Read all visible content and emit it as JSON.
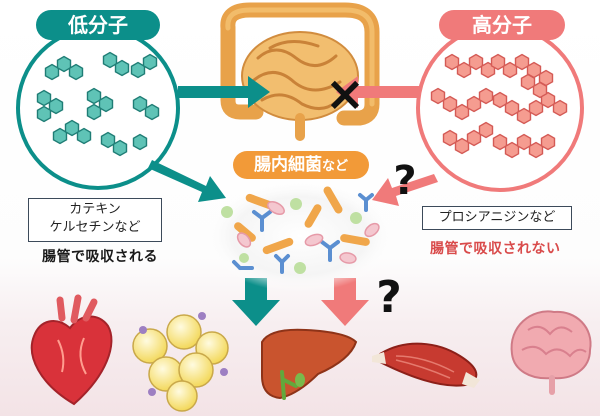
{
  "labels": {
    "low_molecular": "低分子",
    "high_molecular": "高分子",
    "gut_bacteria_main": "腸内細菌",
    "gut_bacteria_suffix": "など",
    "left_examples_line1": "カテキン",
    "left_examples_line2": "ケルセチンなど",
    "left_absorbed": "腸管で吸収される",
    "right_examples": "プロシアニジンなど",
    "right_not_absorbed": "腸管で吸収されない",
    "question_mark": "?",
    "cross_mark": "×"
  },
  "colors": {
    "teal": "#0c8f8a",
    "coral": "#f07a7a",
    "orange": "#f29a38",
    "hexagon_teal": "#5fc3b6",
    "hexagon_coral": "#f59c90"
  },
  "icons": [
    "intestine-icon",
    "bacteria-icon",
    "heart-icon",
    "fat-cells-icon",
    "liver-icon",
    "muscle-icon",
    "brain-icon"
  ]
}
